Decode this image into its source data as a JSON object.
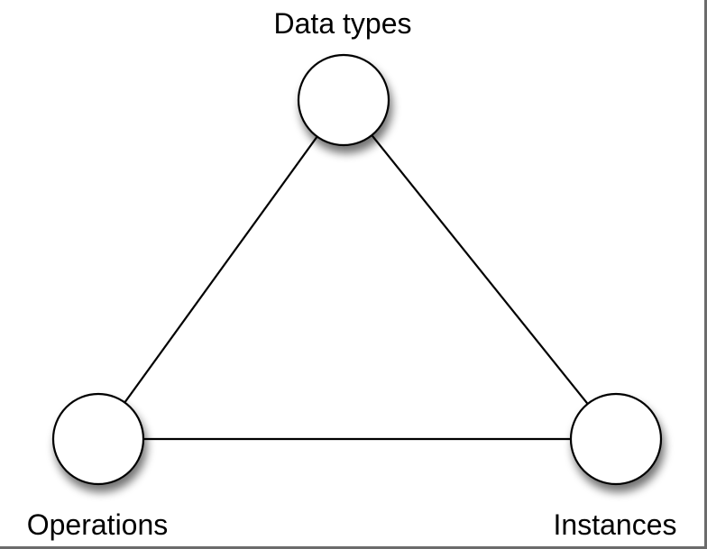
{
  "diagram": {
    "nodes": [
      {
        "id": "data-types",
        "label": "Data types"
      },
      {
        "id": "operations",
        "label": "Operations"
      },
      {
        "id": "instances",
        "label": "Instances"
      }
    ],
    "edges": [
      {
        "from": "data-types",
        "to": "operations"
      },
      {
        "from": "data-types",
        "to": "instances"
      },
      {
        "from": "operations",
        "to": "instances"
      }
    ],
    "colors": {
      "stroke": "#000000",
      "fill": "#ffffff",
      "shadow": "#555555"
    }
  }
}
